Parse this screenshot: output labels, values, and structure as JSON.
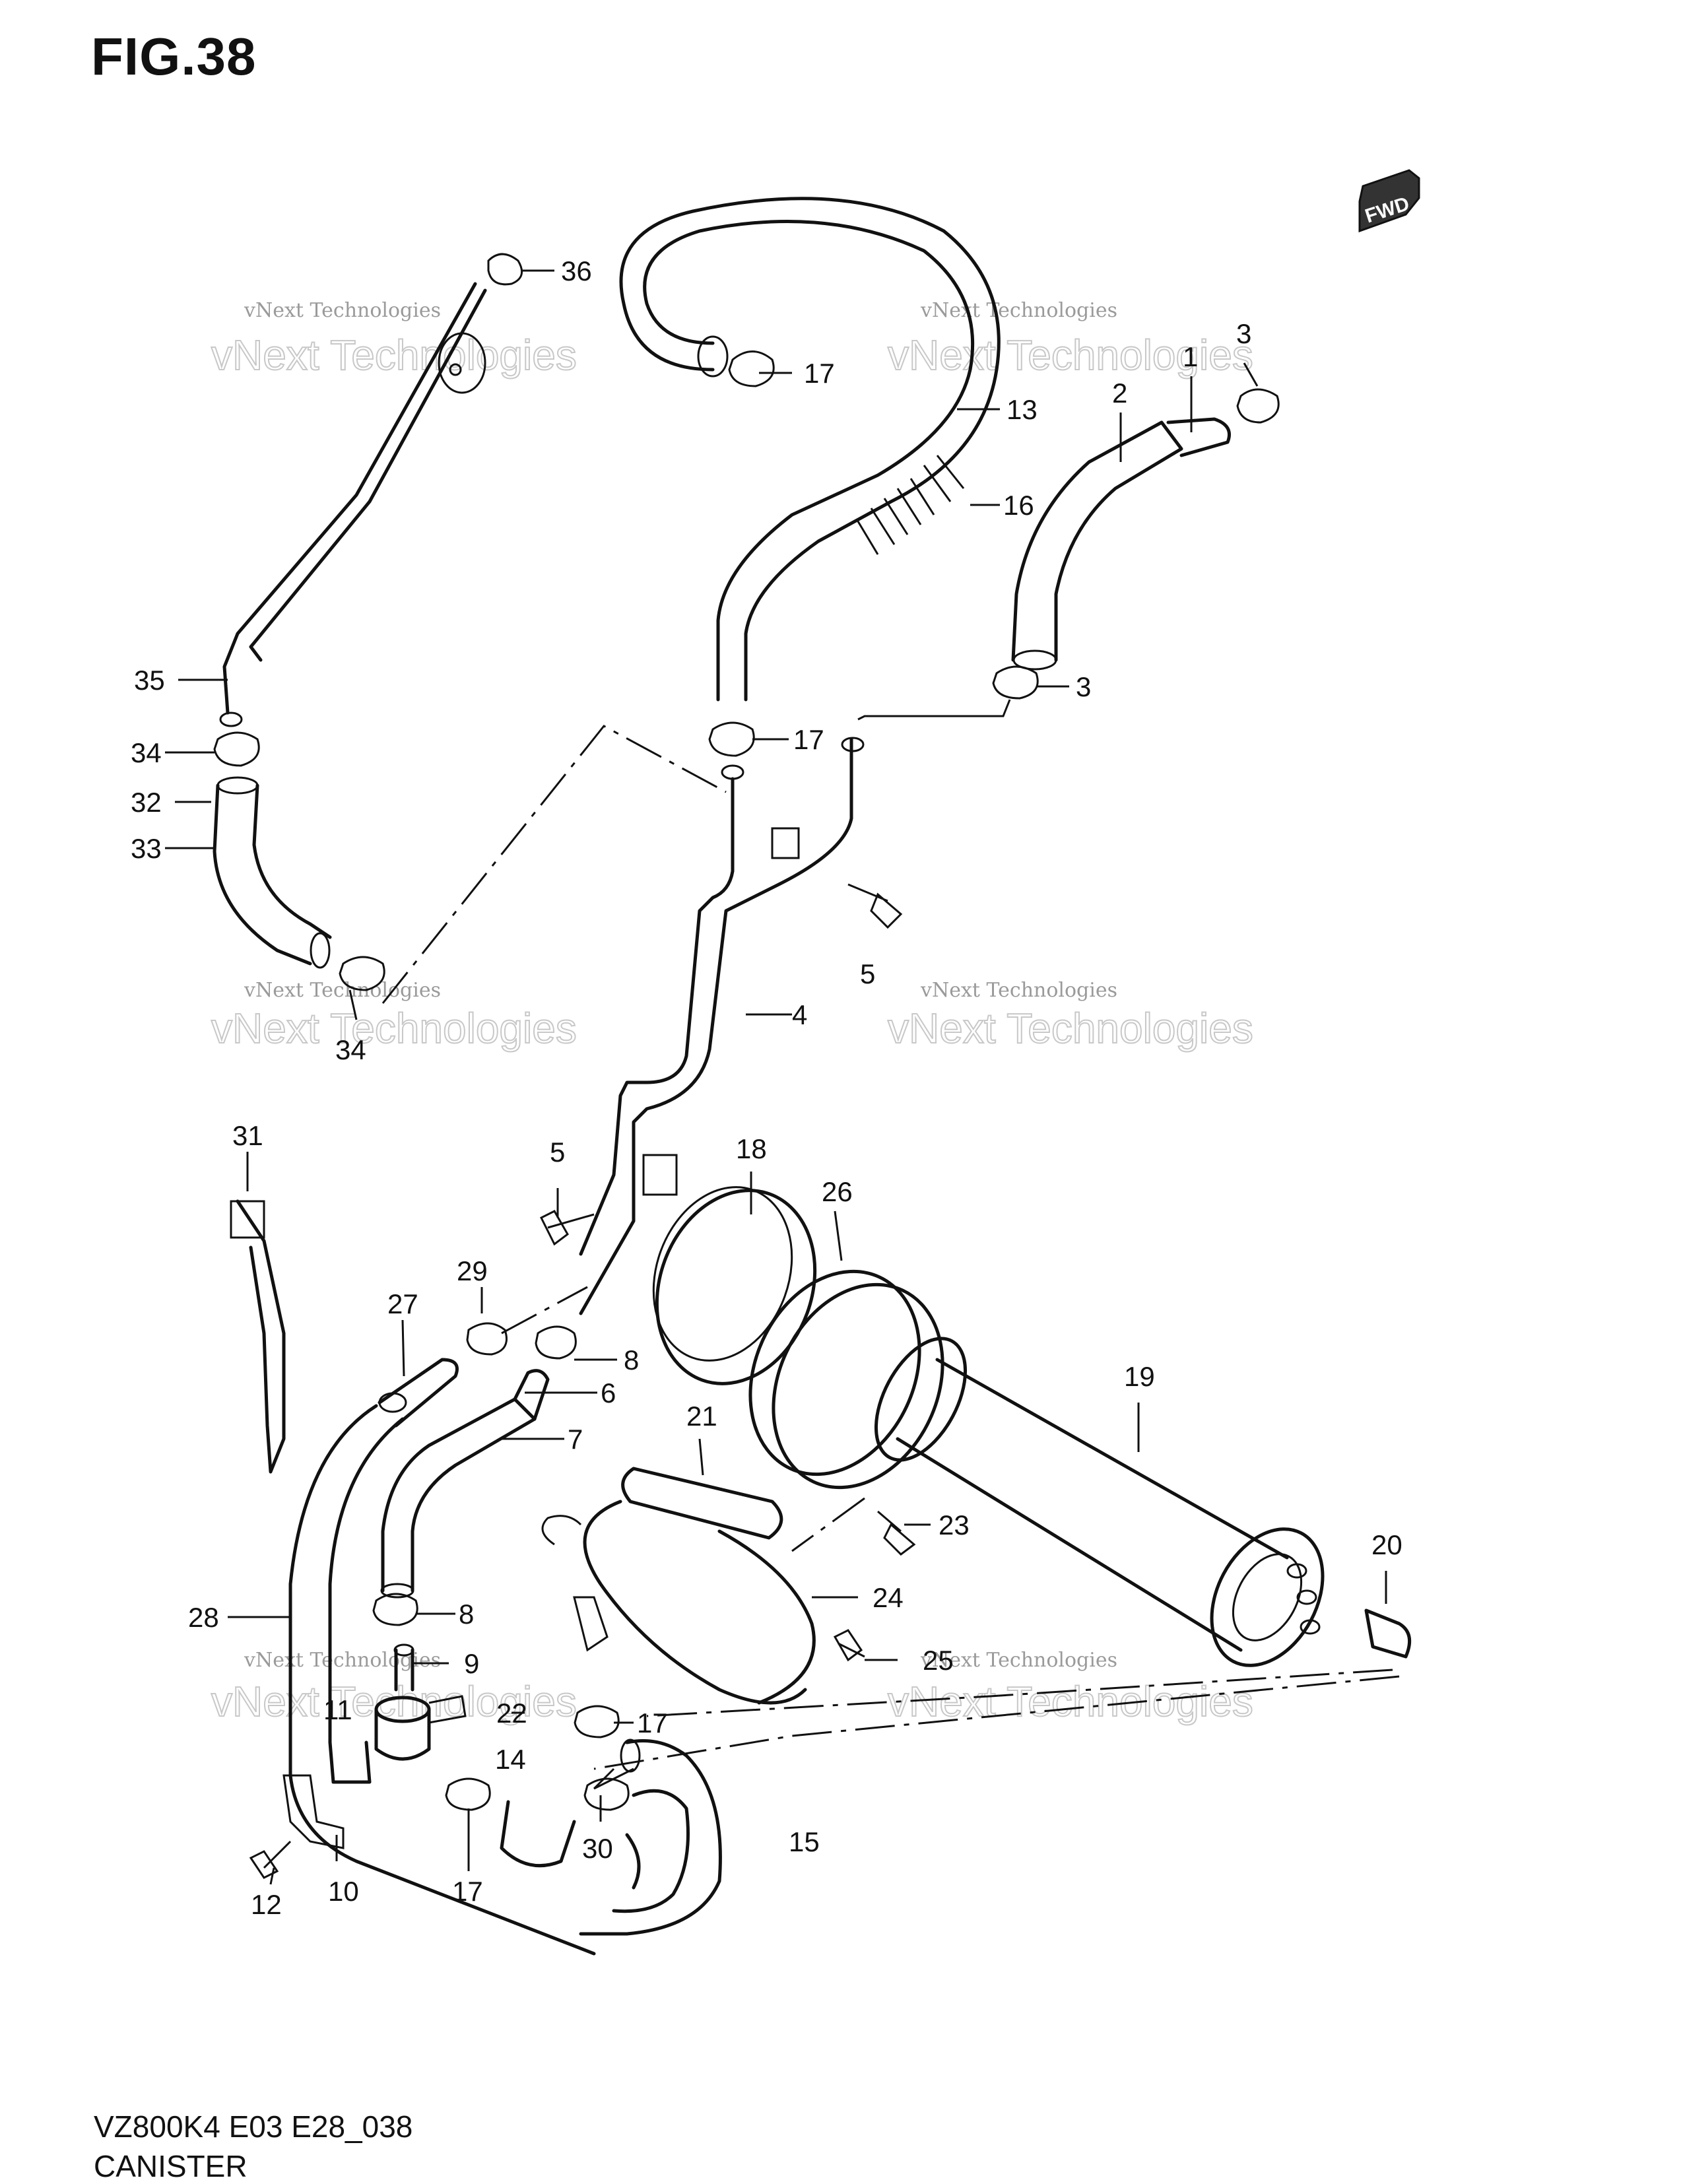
{
  "figure": {
    "title": "FIG.38",
    "model_code": "VZ800K4 E03 E28_038",
    "subtitle": "CANISTER"
  },
  "fwd_badge": {
    "label": "FWD"
  },
  "watermark": {
    "line1": "vNext Technologies",
    "line2": "vNext Technologies"
  },
  "callouts": {
    "c1": "1",
    "c2": "2",
    "c3a": "3",
    "c3b": "3",
    "c4": "4",
    "c5a": "5",
    "c5b": "5",
    "c6": "6",
    "c7": "7",
    "c8a": "8",
    "c8b": "8",
    "c9": "9",
    "c10": "10",
    "c11": "11",
    "c12": "12",
    "c13": "13",
    "c14": "14",
    "c15": "15",
    "c16": "16",
    "c17a": "17",
    "c17b": "17",
    "c17c": "17",
    "c17d": "17",
    "c18": "18",
    "c19": "19",
    "c20": "20",
    "c21": "21",
    "c22": "22",
    "c23": "23",
    "c24": "24",
    "c25": "25",
    "c26": "26",
    "c27": "27",
    "c28": "28",
    "c29": "29",
    "c30": "30",
    "c31": "31",
    "c32": "32",
    "c33": "33",
    "c34a": "34",
    "c34b": "34",
    "c35": "35",
    "c36": "36"
  }
}
